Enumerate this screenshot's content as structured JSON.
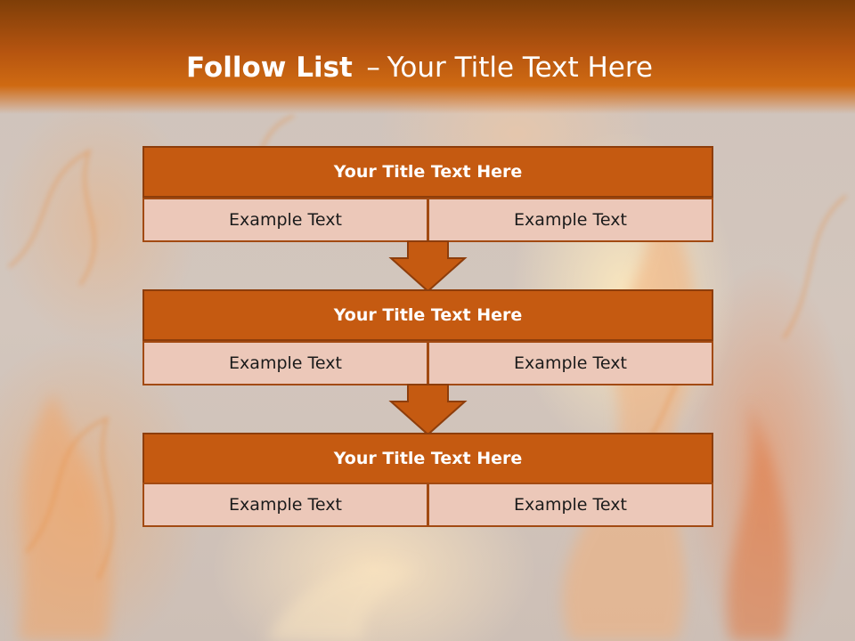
{
  "header": {
    "title_bold": "Follow List",
    "title_dash": "–",
    "title_rest": "Your Title Text Here"
  },
  "blocks": [
    {
      "title": "Your Title Text Here",
      "cells": [
        "Example Text",
        "Example Text"
      ]
    },
    {
      "title": "Your Title Text Here",
      "cells": [
        "Example Text",
        "Example Text"
      ]
    },
    {
      "title": "Your Title Text Here",
      "cells": [
        "Example Text",
        "Example Text"
      ]
    }
  ],
  "colors": {
    "header_top": "#7e3e08",
    "header_bottom": "#cf6a12",
    "block_title_fill": "#c55a11",
    "block_border": "#8d3d0b",
    "cell_fill": "#ecc8b9",
    "arrow_fill": "#c55a11"
  },
  "icons": {
    "flow_arrow": "down-arrow-icon"
  }
}
